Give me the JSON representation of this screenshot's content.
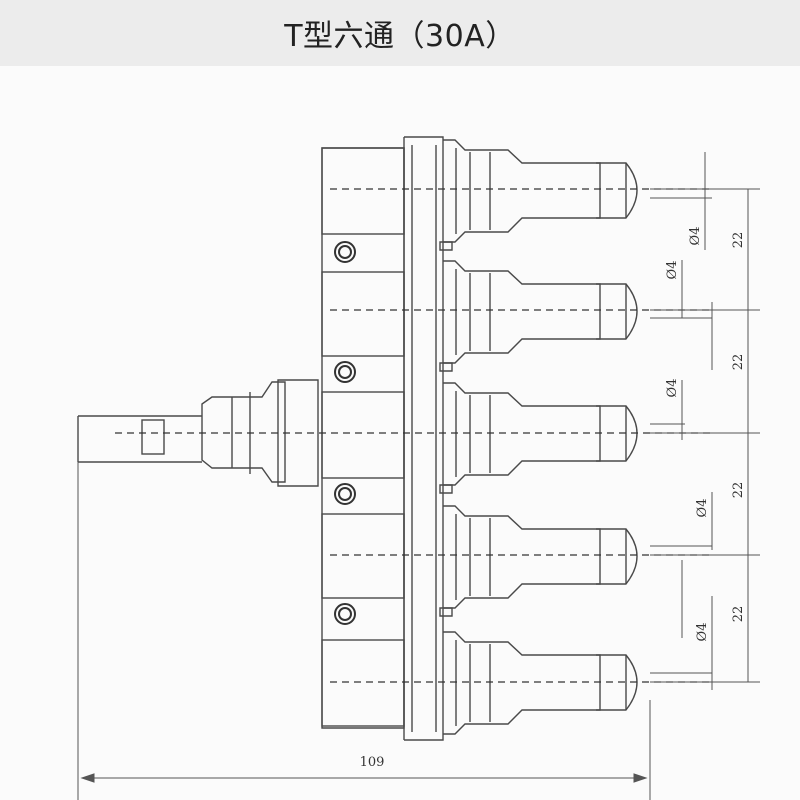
{
  "header": {
    "title": "T型六通（30A）"
  },
  "dimensions": {
    "overall_length": "109",
    "pitch_labels": [
      "22",
      "22",
      "22",
      "22"
    ],
    "diameter_labels": [
      "Ø4",
      "Ø4",
      "Ø4",
      "Ø4",
      "Ø4"
    ]
  },
  "colors": {
    "line": "#555555",
    "dark_line": "#333333",
    "background": "#fbfbfb",
    "header_bg": "#ececec"
  }
}
